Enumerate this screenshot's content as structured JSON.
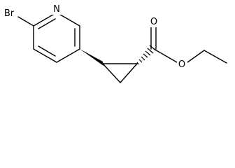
{
  "structure": {
    "atoms": {
      "bromine": "Br",
      "ring_nitrogen": "N",
      "carbonyl_oxygen": "O",
      "ester_oxygen": "O"
    },
    "colors": {
      "line": "#000000",
      "background": "#ffffff"
    }
  }
}
